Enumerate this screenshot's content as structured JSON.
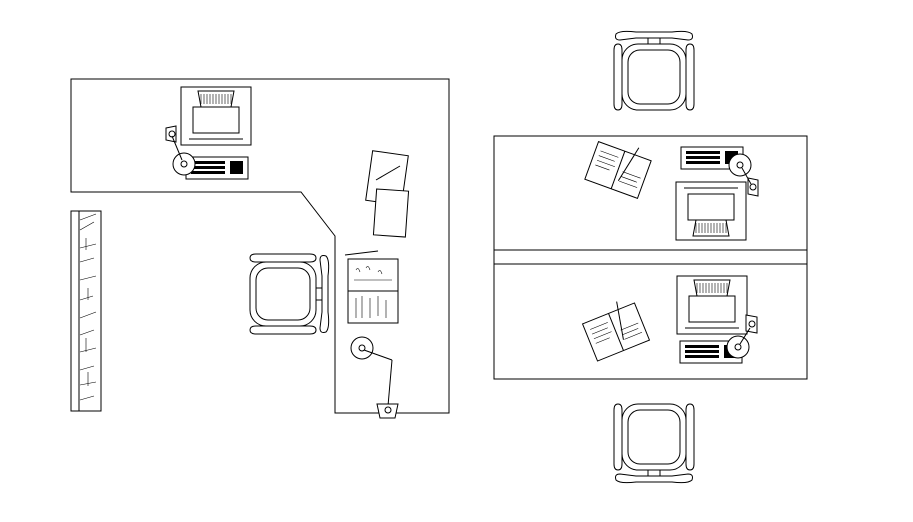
{
  "drawing": {
    "type": "office-floor-plan",
    "stroke_color": "#000000",
    "background_color": "#ffffff"
  },
  "furniture": {
    "l_shaped_desk": {
      "items": [
        "crt-monitor",
        "keyboard",
        "desk-lamp",
        "office-chair",
        "papers",
        "open-binder",
        "pen",
        "desk-lamp"
      ]
    },
    "bookshelf": {
      "items": [
        "books"
      ]
    },
    "double_desk": {
      "workstations": [
        {
          "items": [
            "crt-monitor",
            "keyboard",
            "desk-lamp",
            "open-book",
            "pen",
            "office-chair"
          ]
        },
        {
          "items": [
            "crt-monitor",
            "keyboard",
            "desk-lamp",
            "open-book",
            "pen",
            "office-chair"
          ]
        }
      ]
    }
  }
}
